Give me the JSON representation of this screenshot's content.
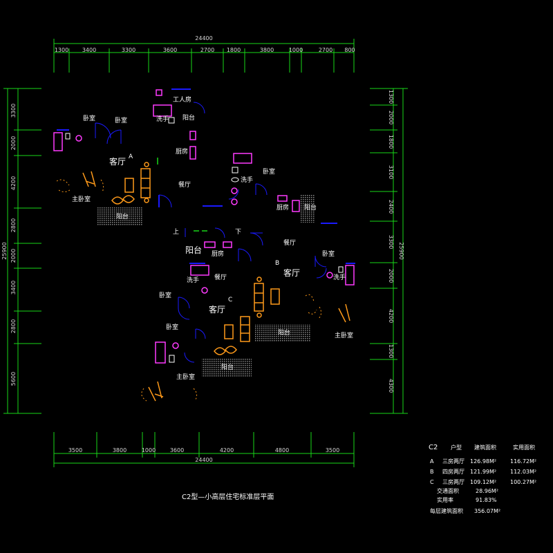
{
  "colors": {
    "background": "#000000",
    "dimension_line": "#19d819",
    "wall": "#1a1aff",
    "fixture": "#ff3bff",
    "furniture": "#ff9a1a",
    "text": "#ffffff",
    "hatch": "#8a8a8a"
  },
  "dimensions": {
    "top_total": "24400",
    "top_segments": [
      "1300",
      "3400",
      "3300",
      "3600",
      "2700",
      "1800",
      "3800",
      "1000",
      "2700",
      "800"
    ],
    "bottom_total": "24400",
    "bottom_segments": [
      "3500",
      "3800",
      "1000",
      "3600",
      "4200",
      "4800",
      "3500"
    ],
    "left_total": "25900",
    "left_segments": [
      "3300",
      "2000",
      "4200",
      "2800",
      "2000",
      "3400",
      "2800",
      "5600"
    ],
    "right_total": "25900",
    "right_segments": [
      "1300",
      "2000",
      "1800",
      "3100",
      "2400",
      "3300",
      "2000",
      "4200",
      "1300",
      "4300"
    ]
  },
  "units": {
    "A": "A",
    "B": "B",
    "C": "C"
  },
  "rooms": {
    "worker_room": "工人房",
    "balcony_a": "阳台",
    "wash_a": "洗手",
    "bedroom_a1": "卧室",
    "bedroom_a2": "卧室",
    "living_a": "客厅",
    "kitchen_a": "厨房",
    "dining_a": "餐厅",
    "master_a": "主卧室",
    "terrace_a": "阳台",
    "bedroom_b1": "卧室",
    "wash_b": "洗手",
    "kitchen_b": "厨房",
    "terrace_b": "阳台",
    "stair_up": "上",
    "stair_down": "下",
    "balcony_c": "阳台",
    "kitchen_c": "厨房",
    "dining_b": "餐厅",
    "living_b": "客厅",
    "bedroom_b2": "卧室",
    "wash_b2": "洗手",
    "wash_c": "洗手",
    "dining_c": "餐厅",
    "bedroom_c1": "卧室",
    "living_c": "客厅",
    "bedroom_c2": "卧室",
    "terrace_c": "阳台",
    "terrace_b2": "阳台",
    "master_b": "主卧室",
    "master_c": "主卧室"
  },
  "table": {
    "code": "C2",
    "headers": [
      "户型",
      "建筑面积",
      "实用面积"
    ],
    "rows": [
      {
        "unit": "A",
        "type": "三房两厅",
        "gross": "126.98M²",
        "usable": "116.72M²"
      },
      {
        "unit": "B",
        "type": "四房两厅",
        "gross": "121.99M²",
        "usable": "112.03M²"
      },
      {
        "unit": "C",
        "type": "三房两厅",
        "gross": "109.12M²",
        "usable": "100.27M²"
      }
    ],
    "summary": [
      {
        "label": "交通面积",
        "value": "28.96M²"
      },
      {
        "label": "实用率",
        "value": "91.83%"
      },
      {
        "label": "每层建筑面积",
        "value": "356.07M²"
      }
    ]
  },
  "caption": "C2型—小高层住宅标准层平面"
}
